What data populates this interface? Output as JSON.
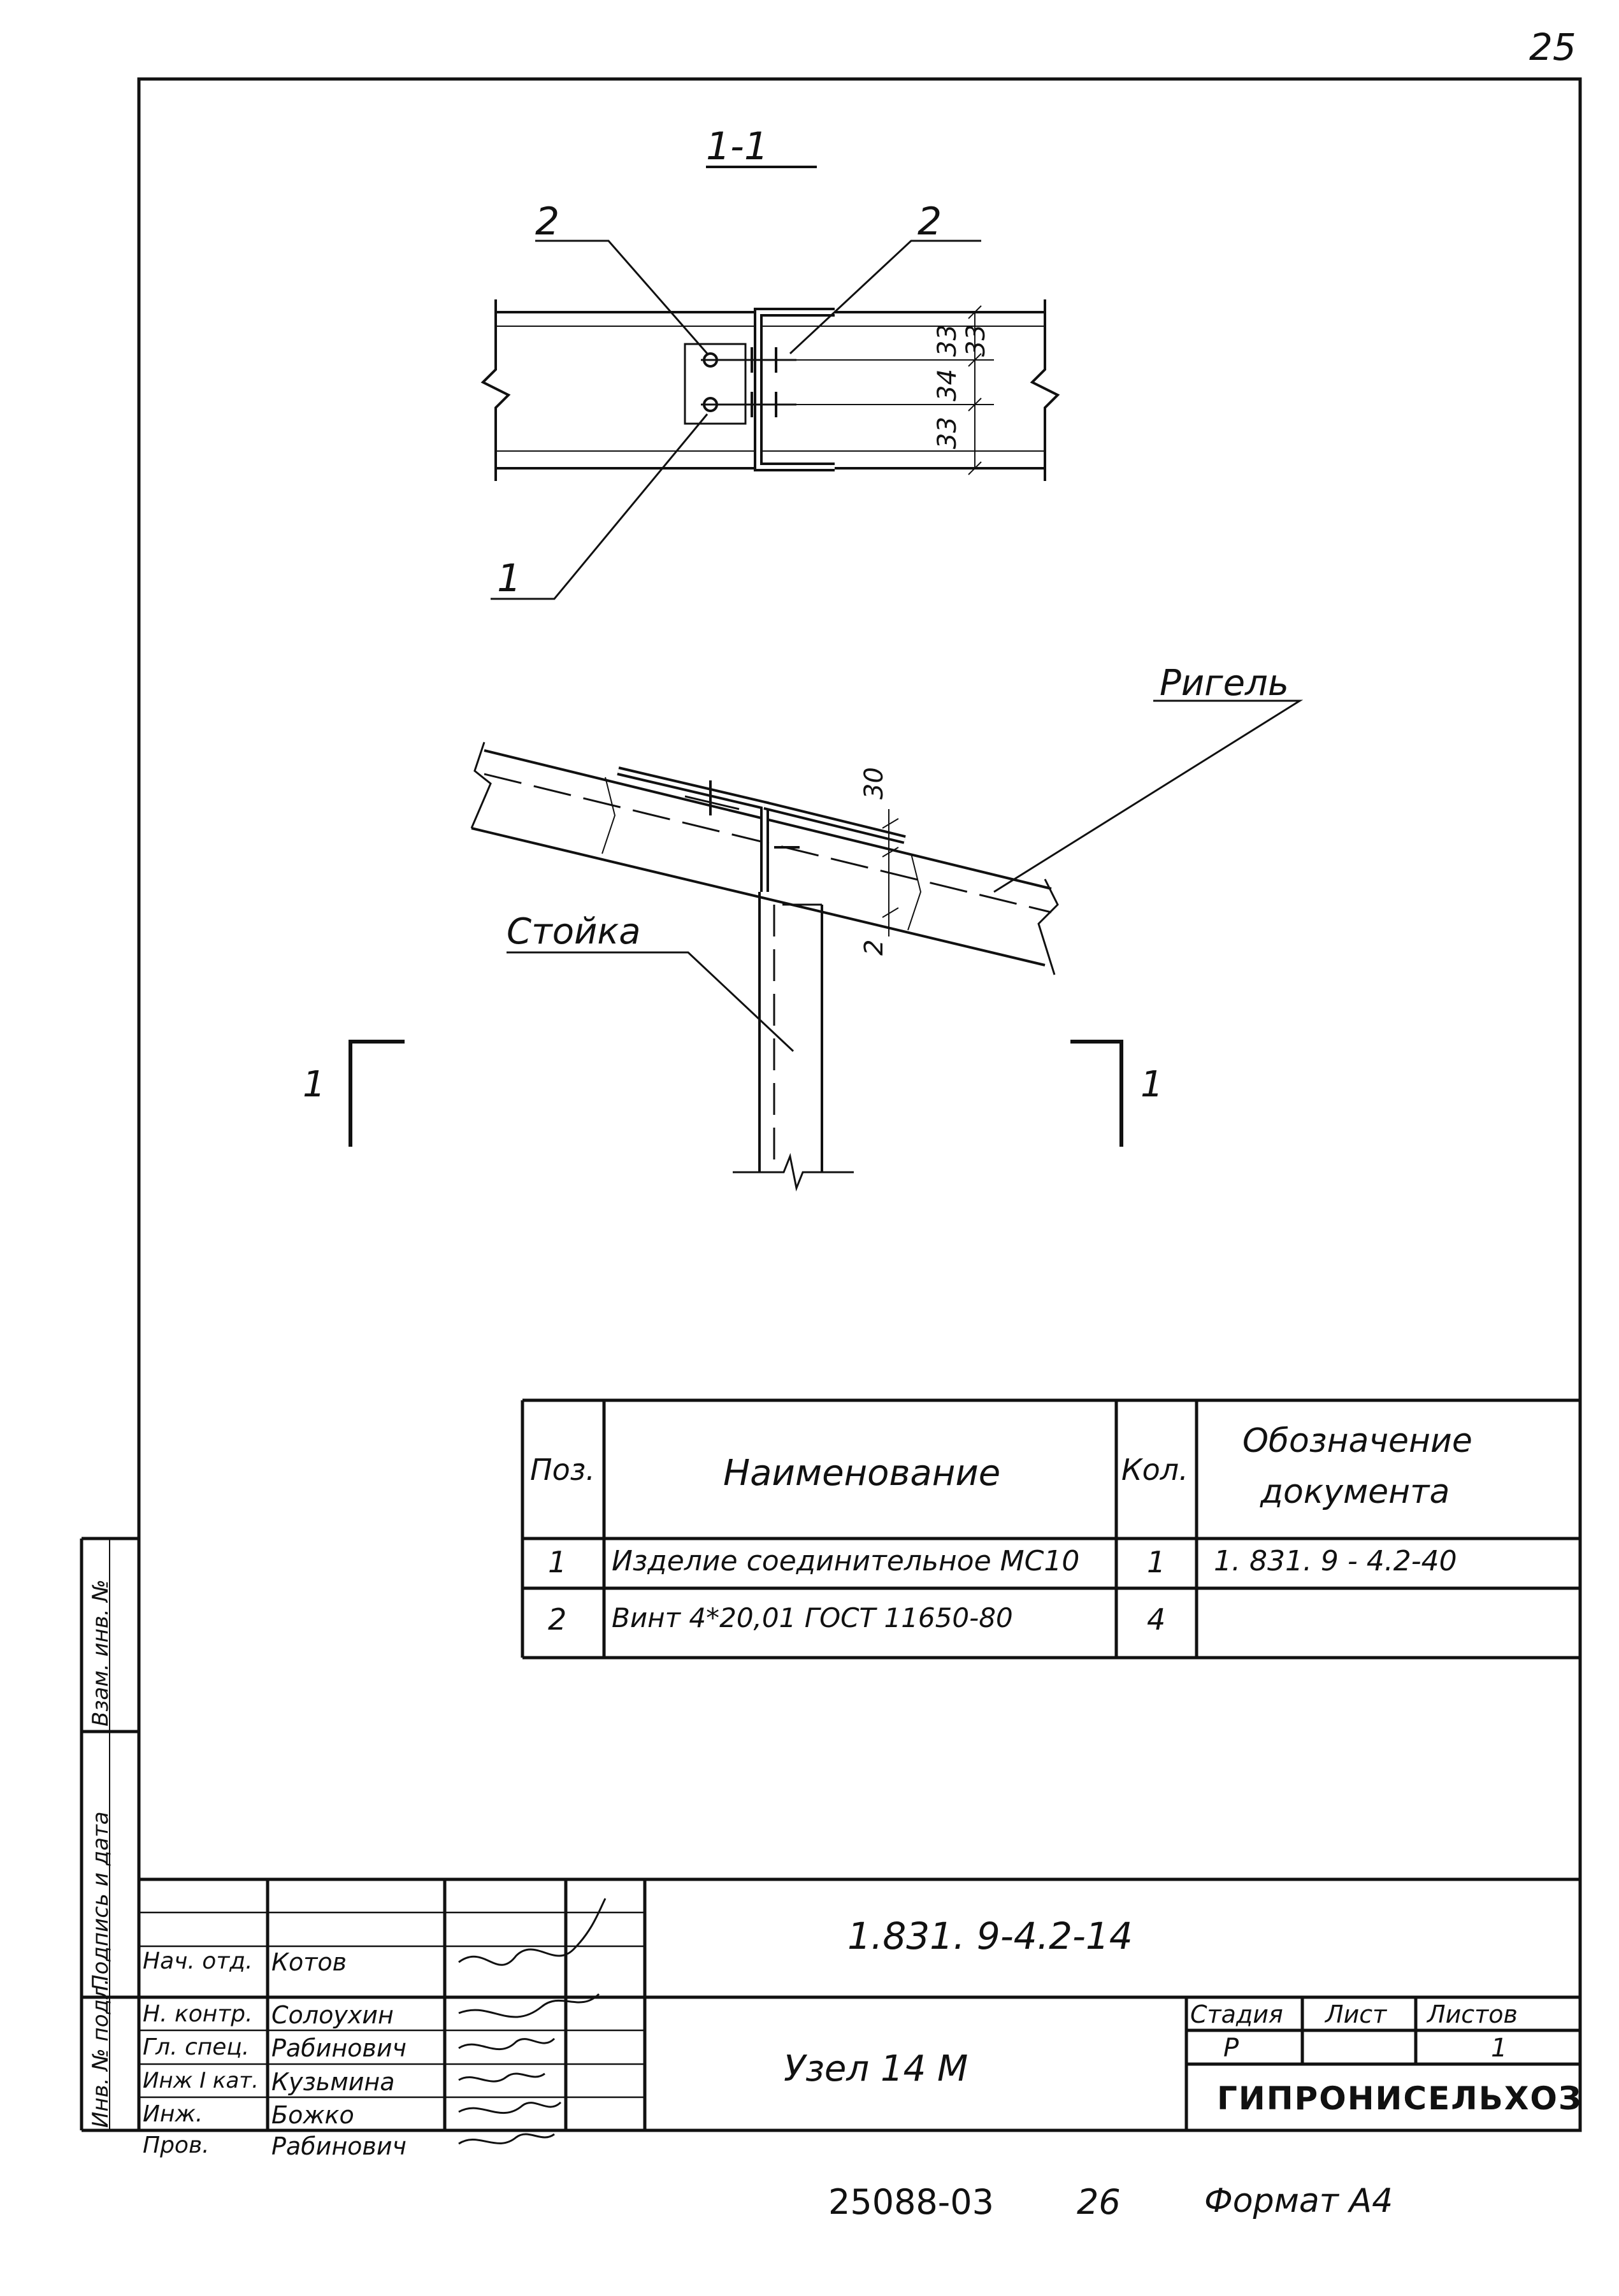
{
  "sheet": {
    "page_number": "25",
    "footer_code": "25088-03",
    "footer_num": "26",
    "format_label": "Формат А4"
  },
  "drawing": {
    "section_label": "1-1",
    "callouts": [
      "2",
      "2",
      "1"
    ],
    "dims": [
      "33",
      "34",
      "33",
      "33",
      "30",
      "2"
    ],
    "rigel_label": "Ригель",
    "stoyka_label": "Стойка",
    "section_mark_left": "1",
    "section_mark_right": "1"
  },
  "spec_table": {
    "headers": {
      "pos": "Поз.",
      "name": "Наименование",
      "qty": "Кол.",
      "doc_line1": "Обозначение",
      "doc_line2": "документа"
    },
    "rows": [
      {
        "pos": "1",
        "name": "Изделие соединительное МС10",
        "qty": "1",
        "doc": "1. 831. 9 - 4.2-40"
      },
      {
        "pos": "2",
        "name": "Винт 4*20,01 ГОСТ 11650-80",
        "qty": "4",
        "doc": ""
      }
    ]
  },
  "side_stamp": {
    "vzam": "Взам. инв. №",
    "podpis": "Подпись и дата",
    "inv": "Инв. № подл."
  },
  "title_block": {
    "designation": "1.831. 9-4.2-14",
    "title": "Узел 14 М",
    "roles": [
      {
        "role": "Нач. отд.",
        "name": "Котов"
      },
      {
        "role": "Н. контр.",
        "name": "Солоухин"
      },
      {
        "role": "Гл. спец.",
        "name": "Рабинович"
      },
      {
        "role": "Инж I кат.",
        "name": "Кузьмина"
      },
      {
        "role": "Инж.",
        "name": "Божко"
      },
      {
        "role": "Пров.",
        "name": "Рабинович"
      }
    ],
    "stage_header": "Стадия",
    "sheet_header": "Лист",
    "sheets_header": "Листов",
    "stage_value": "Р",
    "sheet_value": "",
    "sheets_value": "1",
    "organization": "ГИПРОНИСЕЛЬХОЗ"
  }
}
